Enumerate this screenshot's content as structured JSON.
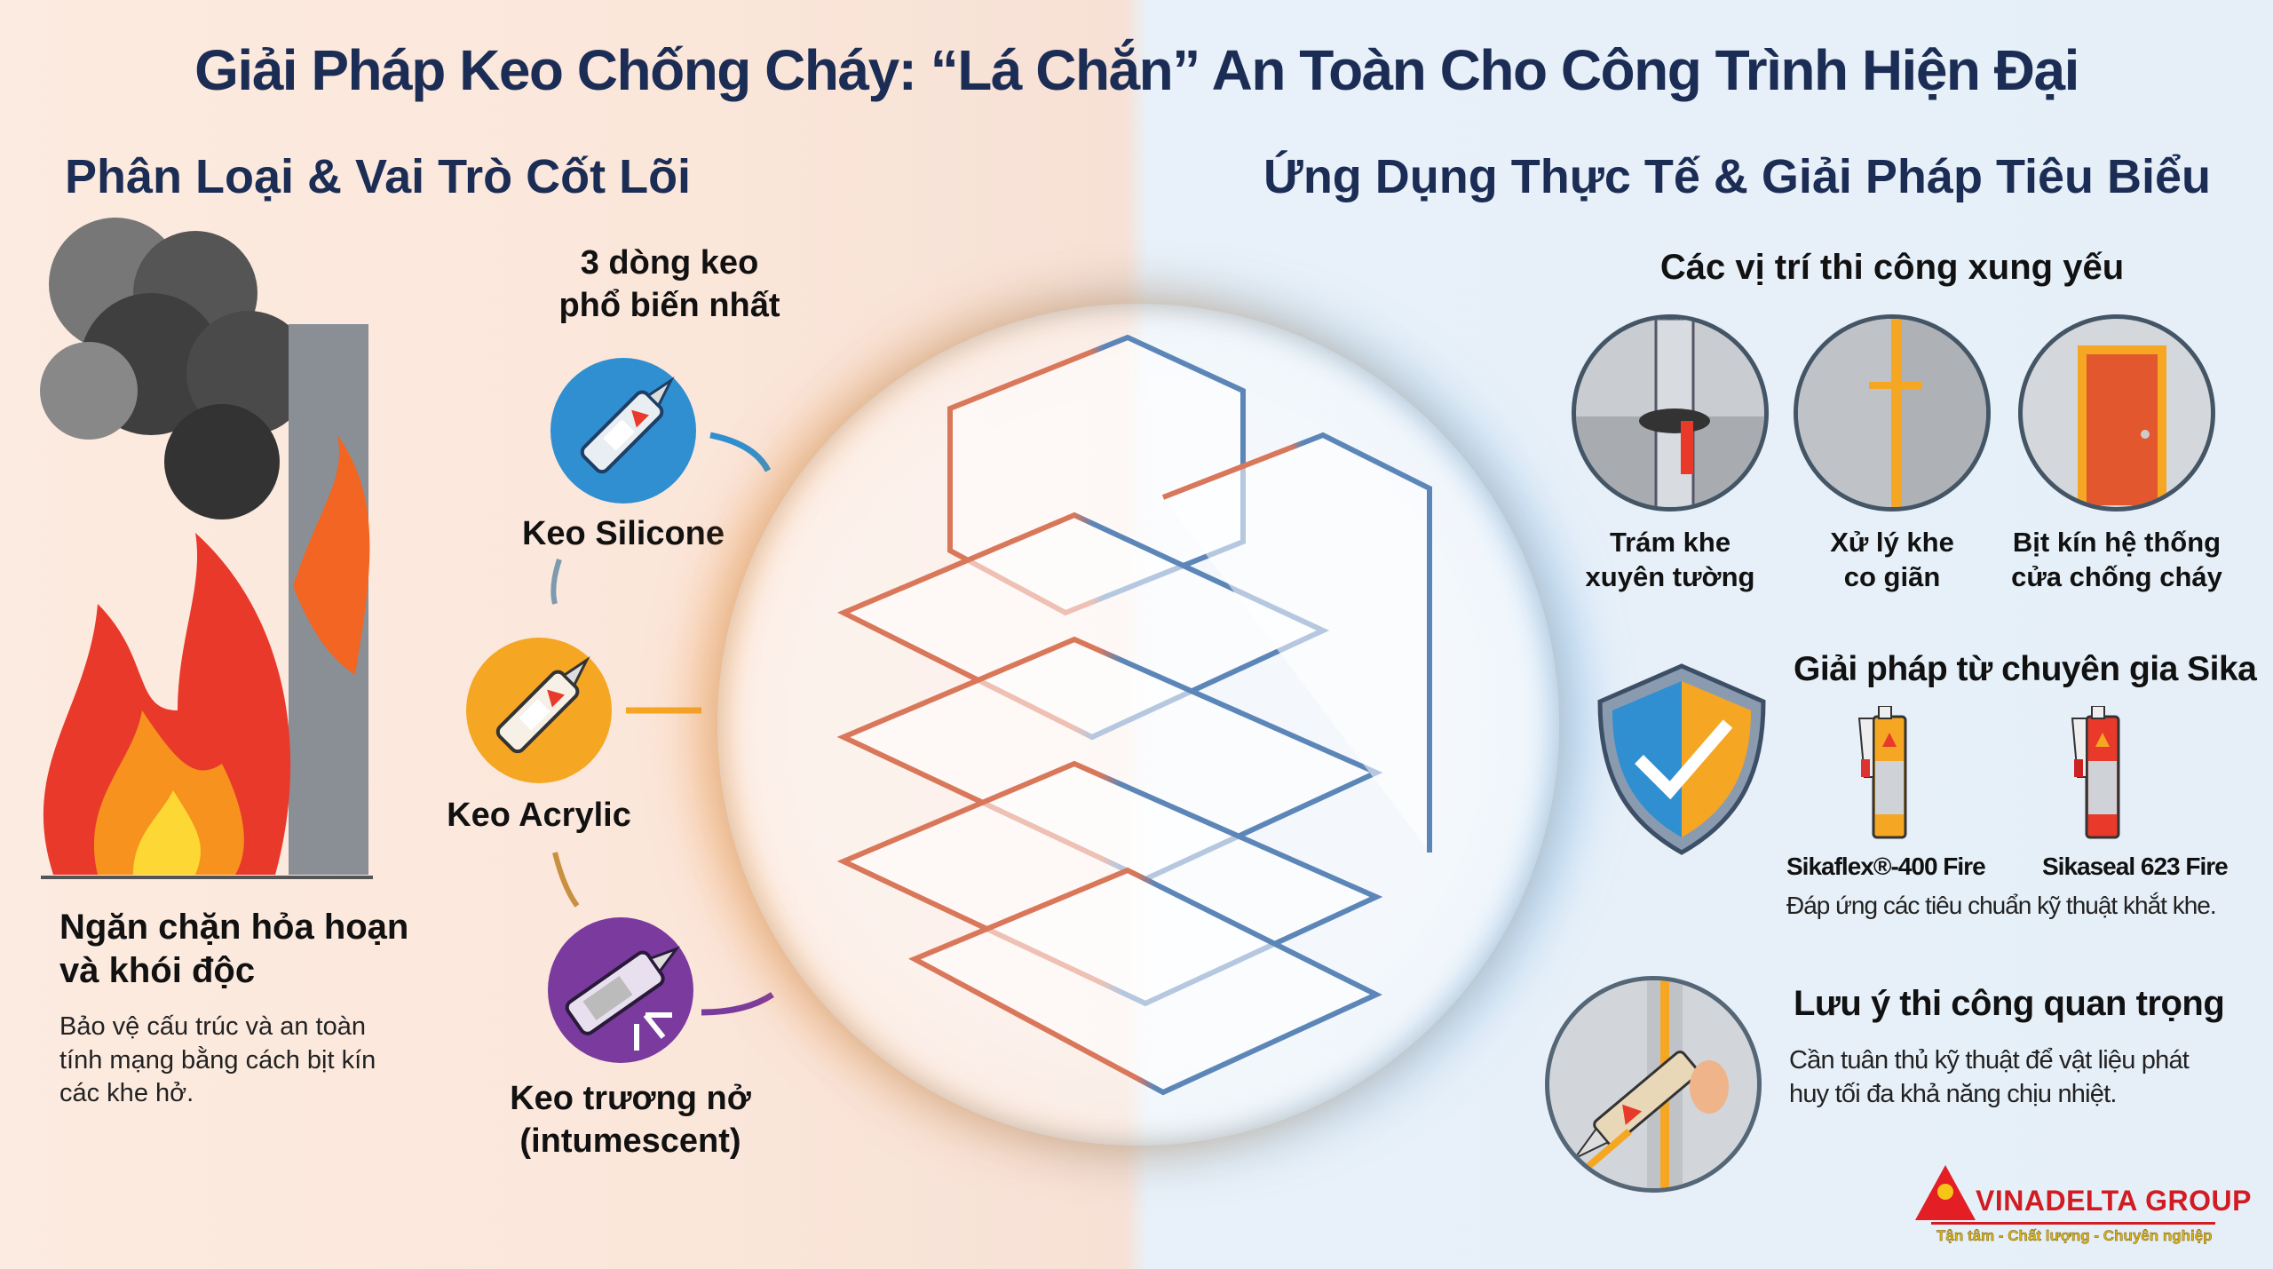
{
  "title": "Giải Pháp Keo Chống Cháy: “Lá Chắn” An Toàn Cho Công Trình Hiện Đại",
  "left": {
    "subtitle": "Phân Loại & Vai Trò Cốt Lõi",
    "types_heading": [
      "3 dòng keo",
      "phổ biến nhất"
    ],
    "types": [
      {
        "label": "Keo Silicone",
        "color": "#2f8fd0"
      },
      {
        "label": "Keo Acrylic",
        "color": "#f5a623"
      },
      {
        "label_lines": [
          "Keo trương nở",
          "(intumescent)"
        ],
        "color": "#7a3a9e"
      }
    ],
    "role_heading": [
      "Ngăn chặn hỏa hoạn",
      "và khói độc"
    ],
    "role_text": [
      "Bảo vệ cấu trúc và an toàn",
      "tính mạng bằng cách bịt kín",
      "các khe hở."
    ]
  },
  "right": {
    "subtitle": "Ứng Dụng Thực Tế & Giải Pháp Tiêu Biểu",
    "positions_heading": "Các vị trí thi công xung yếu",
    "positions": [
      {
        "lines": [
          "Trám khe",
          "xuyên tường"
        ]
      },
      {
        "lines": [
          "Xử lý khe",
          "co giãn"
        ]
      },
      {
        "lines": [
          "Bịt kín hệ thống",
          "cửa chống cháy"
        ]
      }
    ],
    "sika_heading": "Giải pháp từ chuyên gia Sika",
    "products": [
      {
        "name": "Sikaflex®-400 Fire",
        "color": "#f5a623"
      },
      {
        "name": "Sikaseal 623 Fire",
        "color": "#e8392b"
      }
    ],
    "sika_text": "Đáp ứng các tiêu chuẩn kỹ thuật khắt khe.",
    "note_heading": "Lưu ý thi công quan trọng",
    "note_text": [
      "Cần tuân thủ kỹ thuật để vật liệu phát",
      "huy tối đa khả năng chịu nhiệt."
    ]
  },
  "logo": {
    "name": "VINADELTA GROUP",
    "badge": "VINADELTA",
    "tagline": "Tận tâm - Chất lượng - Chuyên nghiệp"
  }
}
